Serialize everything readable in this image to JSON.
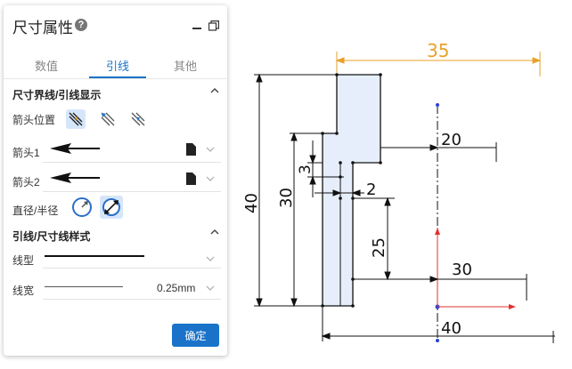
{
  "panel": {
    "title": "尺寸属性",
    "help_icon": "help-icon",
    "minimize_icon": "minimize-icon",
    "restore_icon": "restore-icon",
    "tabs": [
      {
        "label": "数值",
        "active": false
      },
      {
        "label": "引线",
        "active": true
      },
      {
        "label": "其他",
        "active": false
      }
    ],
    "section_display": {
      "title": "尺寸界线/引线显示",
      "arrow_position_label": "箭头位置",
      "arrow1_label": "箭头1",
      "arrow2_label": "箭头2",
      "diameter_radius_label": "直径/半径"
    },
    "section_style": {
      "title": "引线/尺寸线样式",
      "line_type_label": "线型",
      "line_width_label": "线宽",
      "line_width_value": "0.25mm"
    },
    "ok_button": "确定",
    "accent_color": "#1a73c9"
  },
  "drawing": {
    "dimensions": {
      "top": "35",
      "r20": "20",
      "r30": "30",
      "bottom": "40",
      "left40": "40",
      "left30": "30",
      "left3": "3",
      "mid2": "2",
      "mid25": "25"
    },
    "colors": {
      "part_fill": "#e6eefb",
      "top_dim": "#e8a12a",
      "axis_blue": "#2a43d8",
      "axis_red": "#e03030"
    }
  }
}
